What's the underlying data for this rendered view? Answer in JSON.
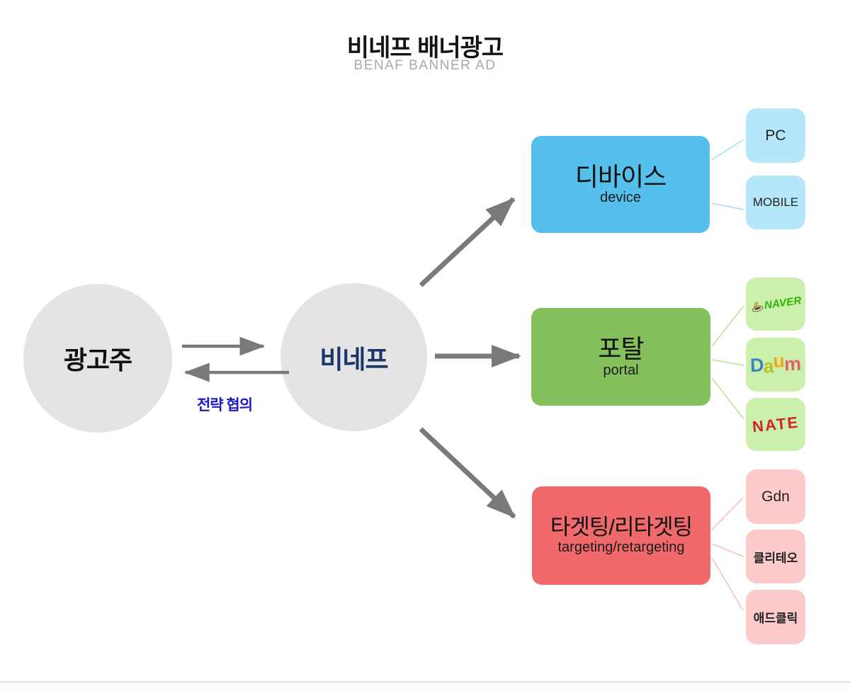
{
  "title": {
    "ko": "비네프 배너광고",
    "en": "BENAF BANNER AD"
  },
  "nodes": {
    "advertiser": {
      "label": "광고주"
    },
    "benaf": {
      "label": "비네프"
    },
    "strategy_label": "전략 협의",
    "device": {
      "title": "디바이스",
      "subtitle": "device",
      "children": [
        {
          "label": "PC"
        },
        {
          "label": "MOBILE"
        }
      ]
    },
    "portal": {
      "title": "포탈",
      "subtitle": "portal",
      "children": [
        {
          "label": "NAVER"
        },
        {
          "label": "Daum"
        },
        {
          "label": "NATE"
        }
      ]
    },
    "targeting": {
      "title": "타겟팅/리타겟팅",
      "subtitle": "targeting/retargeting",
      "children": [
        {
          "label": "Gdn"
        },
        {
          "label": "클리테오"
        },
        {
          "label": "애드클릭"
        }
      ]
    }
  },
  "logos": {
    "naver": {
      "text": "NAVER",
      "color": "#2db400"
    },
    "daum": {
      "letters": [
        {
          "ch": "D",
          "color": "#3d82c4"
        },
        {
          "ch": "a",
          "color": "#b8c427"
        },
        {
          "ch": "u",
          "color": "#f4a81d"
        },
        {
          "ch": "m",
          "color": "#e0616e"
        }
      ]
    },
    "nate": {
      "text": "NATE",
      "color": "#d2232a"
    }
  },
  "colors": {
    "arrow": "#7a7a7a",
    "circle_bg": "#e4e4e4",
    "benaf_text": "#1b3666",
    "strategy_text": "#1b1bc8",
    "device_box": "#56c0ec",
    "device_leaf": "#b6e6fa",
    "device_connector": "#a5dcf4",
    "portal_box": "#84c05b",
    "portal_leaf": "#cbf0ab",
    "portal_connector": "#b4e494",
    "targeting_box": "#f06a6b",
    "targeting_leaf": "#fccaca",
    "targeting_connector": "#f8bcbc"
  }
}
